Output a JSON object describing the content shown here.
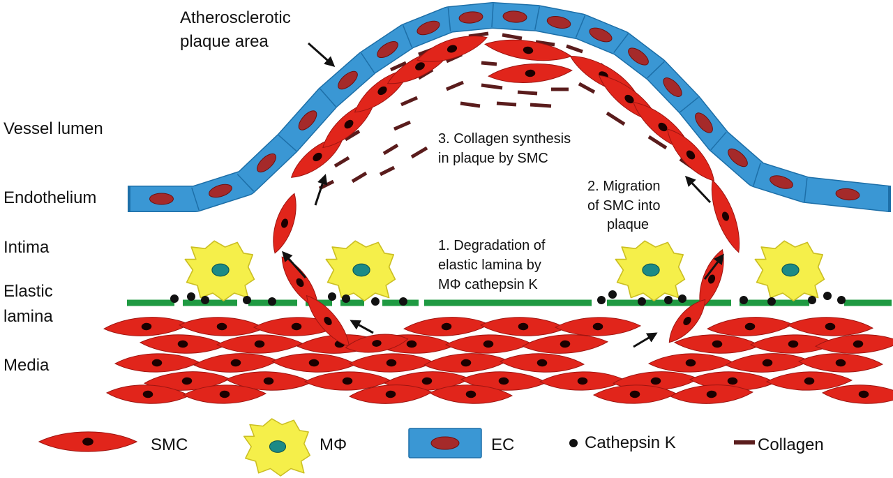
{
  "labels": {
    "plaque_area_line1": "Atherosclerotic",
    "plaque_area_line2": "plaque area",
    "vessel_lumen": "Vessel lumen",
    "endothelium": "Endothelium",
    "intima": "Intima",
    "elastic_lamina_line1": "Elastic",
    "elastic_lamina_line2": "lamina",
    "media": "Media"
  },
  "steps": [
    {
      "line1": "1. Degradation of",
      "line2": "elastic lamina by",
      "line3": "MΦ cathepsin K"
    },
    {
      "line1": "2. Migration",
      "line2": "of SMC into",
      "line3": "plaque"
    },
    {
      "line1": "3. Collagen synthesis",
      "line2": "in plaque by SMC"
    }
  ],
  "legend": [
    {
      "label": "SMC",
      "icon": "smc-cell-icon"
    },
    {
      "label": "MΦ",
      "icon": "macrophage-icon"
    },
    {
      "label": "EC",
      "icon": "endothelial-cell-icon"
    },
    {
      "label": "Cathepsin K",
      "icon": "cathepsin-dot-icon"
    },
    {
      "label": "Collagen",
      "icon": "collagen-fiber-icon"
    }
  ],
  "colors": {
    "endothelium": "#3a97d4",
    "endothelium_stroke": "#1d6fa8",
    "nucleus_ec": "#a52a2a",
    "smc": "#e1251b",
    "smc_stroke": "#9e1511",
    "smc_nucleus": "#1a0000",
    "macrophage": "#f5ef4a",
    "macrophage_nucleus": "#1c8a86",
    "lamina": "#1f9a42",
    "cathepsin": "#111111",
    "collagen": "#5a1c1c",
    "arrow": "#111111"
  }
}
